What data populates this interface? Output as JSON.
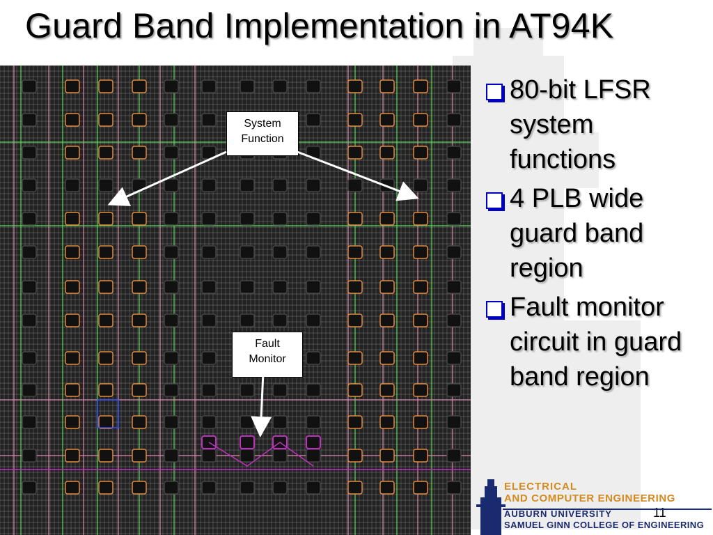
{
  "slide": {
    "title": "Guard Band Implementation in AT94K",
    "page_number": "11"
  },
  "callouts": {
    "system_function": "System\nFunction",
    "fault_monitor": "Fault\nMonitor"
  },
  "bullets": [
    {
      "text": "80-bit LFSR system functions"
    },
    {
      "text": "4 PLB wide guard band region"
    },
    {
      "text": "Fault monitor circuit in guard band region"
    }
  ],
  "logo": {
    "line1": "ELECTRICAL",
    "line2": "AND COMPUTER ENGINEERING",
    "line3": "AUBURN UNIVERSITY",
    "line4": "SAMUEL GINN COLLEGE OF ENGINEERING"
  },
  "colors": {
    "bullet_marker": "#0000c0",
    "logo_orange": "#d48a1e",
    "logo_navy": "#1a2a6e"
  }
}
